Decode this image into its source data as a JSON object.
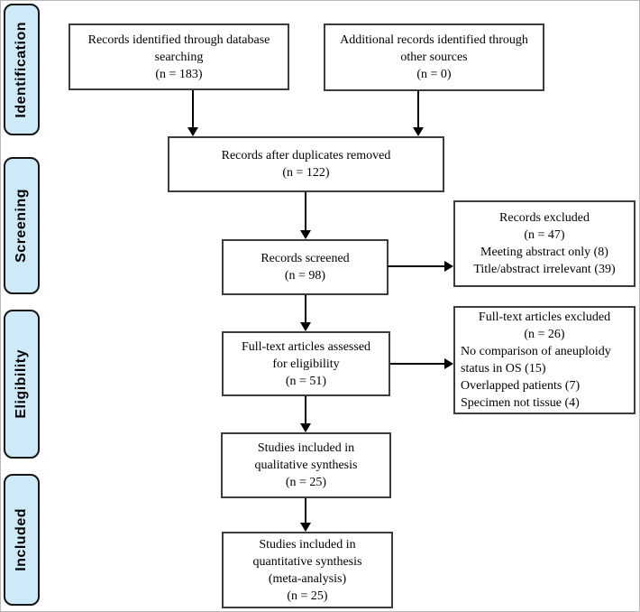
{
  "figure": {
    "title": "PRISMA study selection flow diagram"
  },
  "colors": {
    "stage_fill": "#cee9f7",
    "stage_border": "#161616",
    "box_border": "#3d3d3d",
    "arrow": "#000000"
  },
  "sidebar": {
    "items": [
      {
        "label": "Identification"
      },
      {
        "label": "Screening"
      },
      {
        "label": "Eligibility"
      },
      {
        "label": "Included"
      }
    ]
  },
  "boxes": {
    "identified": {
      "lines": [
        "Records identified through database",
        "searching",
        "(n = 183)"
      ]
    },
    "additional": {
      "lines": [
        "Additional records identified through",
        "other sources",
        "(n = 0)"
      ]
    },
    "deduplicated": {
      "lines": [
        "Records after duplicates removed",
        "(n = 122)"
      ]
    },
    "screened": {
      "lines": [
        "Records screened",
        "(n = 98)"
      ]
    },
    "records_excluded": {
      "lines": [
        "Records excluded",
        "(n = 47)",
        "Meeting abstract only (8)",
        "Title/abstract irrelevant (39)"
      ]
    },
    "fulltext_assessed": {
      "lines": [
        "Full-text articles assessed",
        "for eligibility",
        "(n = 51)"
      ]
    },
    "fulltext_excluded": {
      "title_lines": [
        "Full-text articles excluded",
        "(n = 26)"
      ],
      "detail_lines": [
        "No comparison of aneuploidy status in OS (15)",
        "Overlapped patients (7)",
        "Specimen not tissue (4)"
      ]
    },
    "qualitative": {
      "lines": [
        "Studies included in",
        "qualitative synthesis",
        "(n = 25)"
      ]
    },
    "quantitative": {
      "lines": [
        "Studies included in",
        "quantitative synthesis",
        "(meta-analysis)",
        "(n = 25)"
      ]
    }
  }
}
